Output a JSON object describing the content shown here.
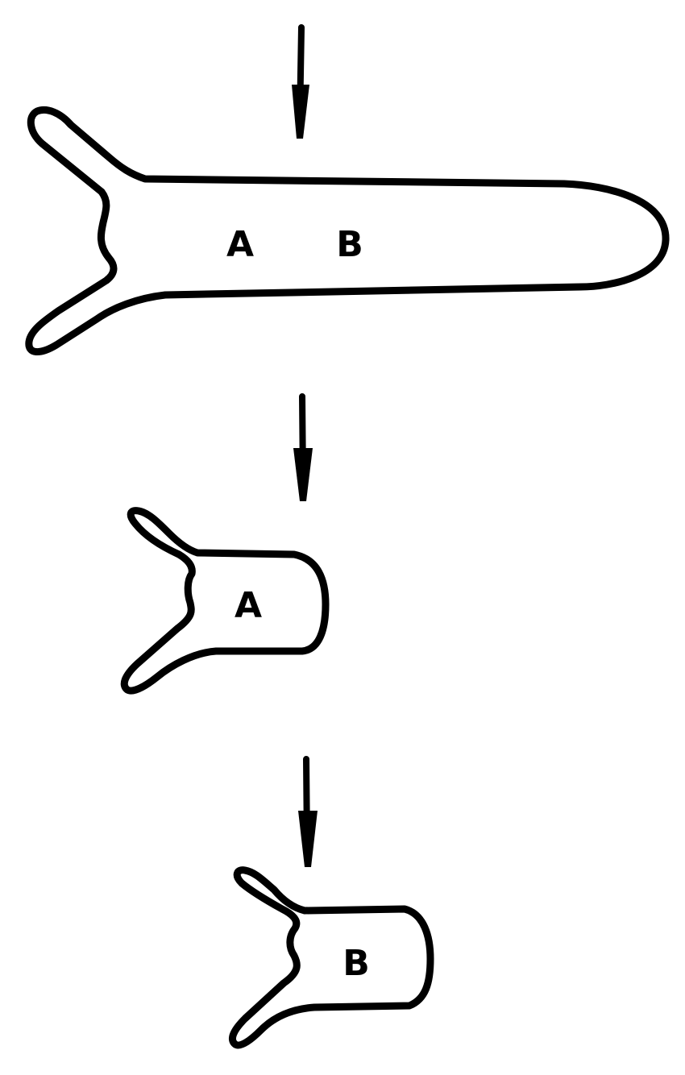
{
  "colors": {
    "ink": "#000000",
    "background": "#ffffff"
  },
  "diagram": {
    "long_shape": {
      "label_a": "A",
      "label_b": "B"
    },
    "piece_a": {
      "label": "A"
    },
    "piece_b": {
      "label": "B"
    }
  }
}
